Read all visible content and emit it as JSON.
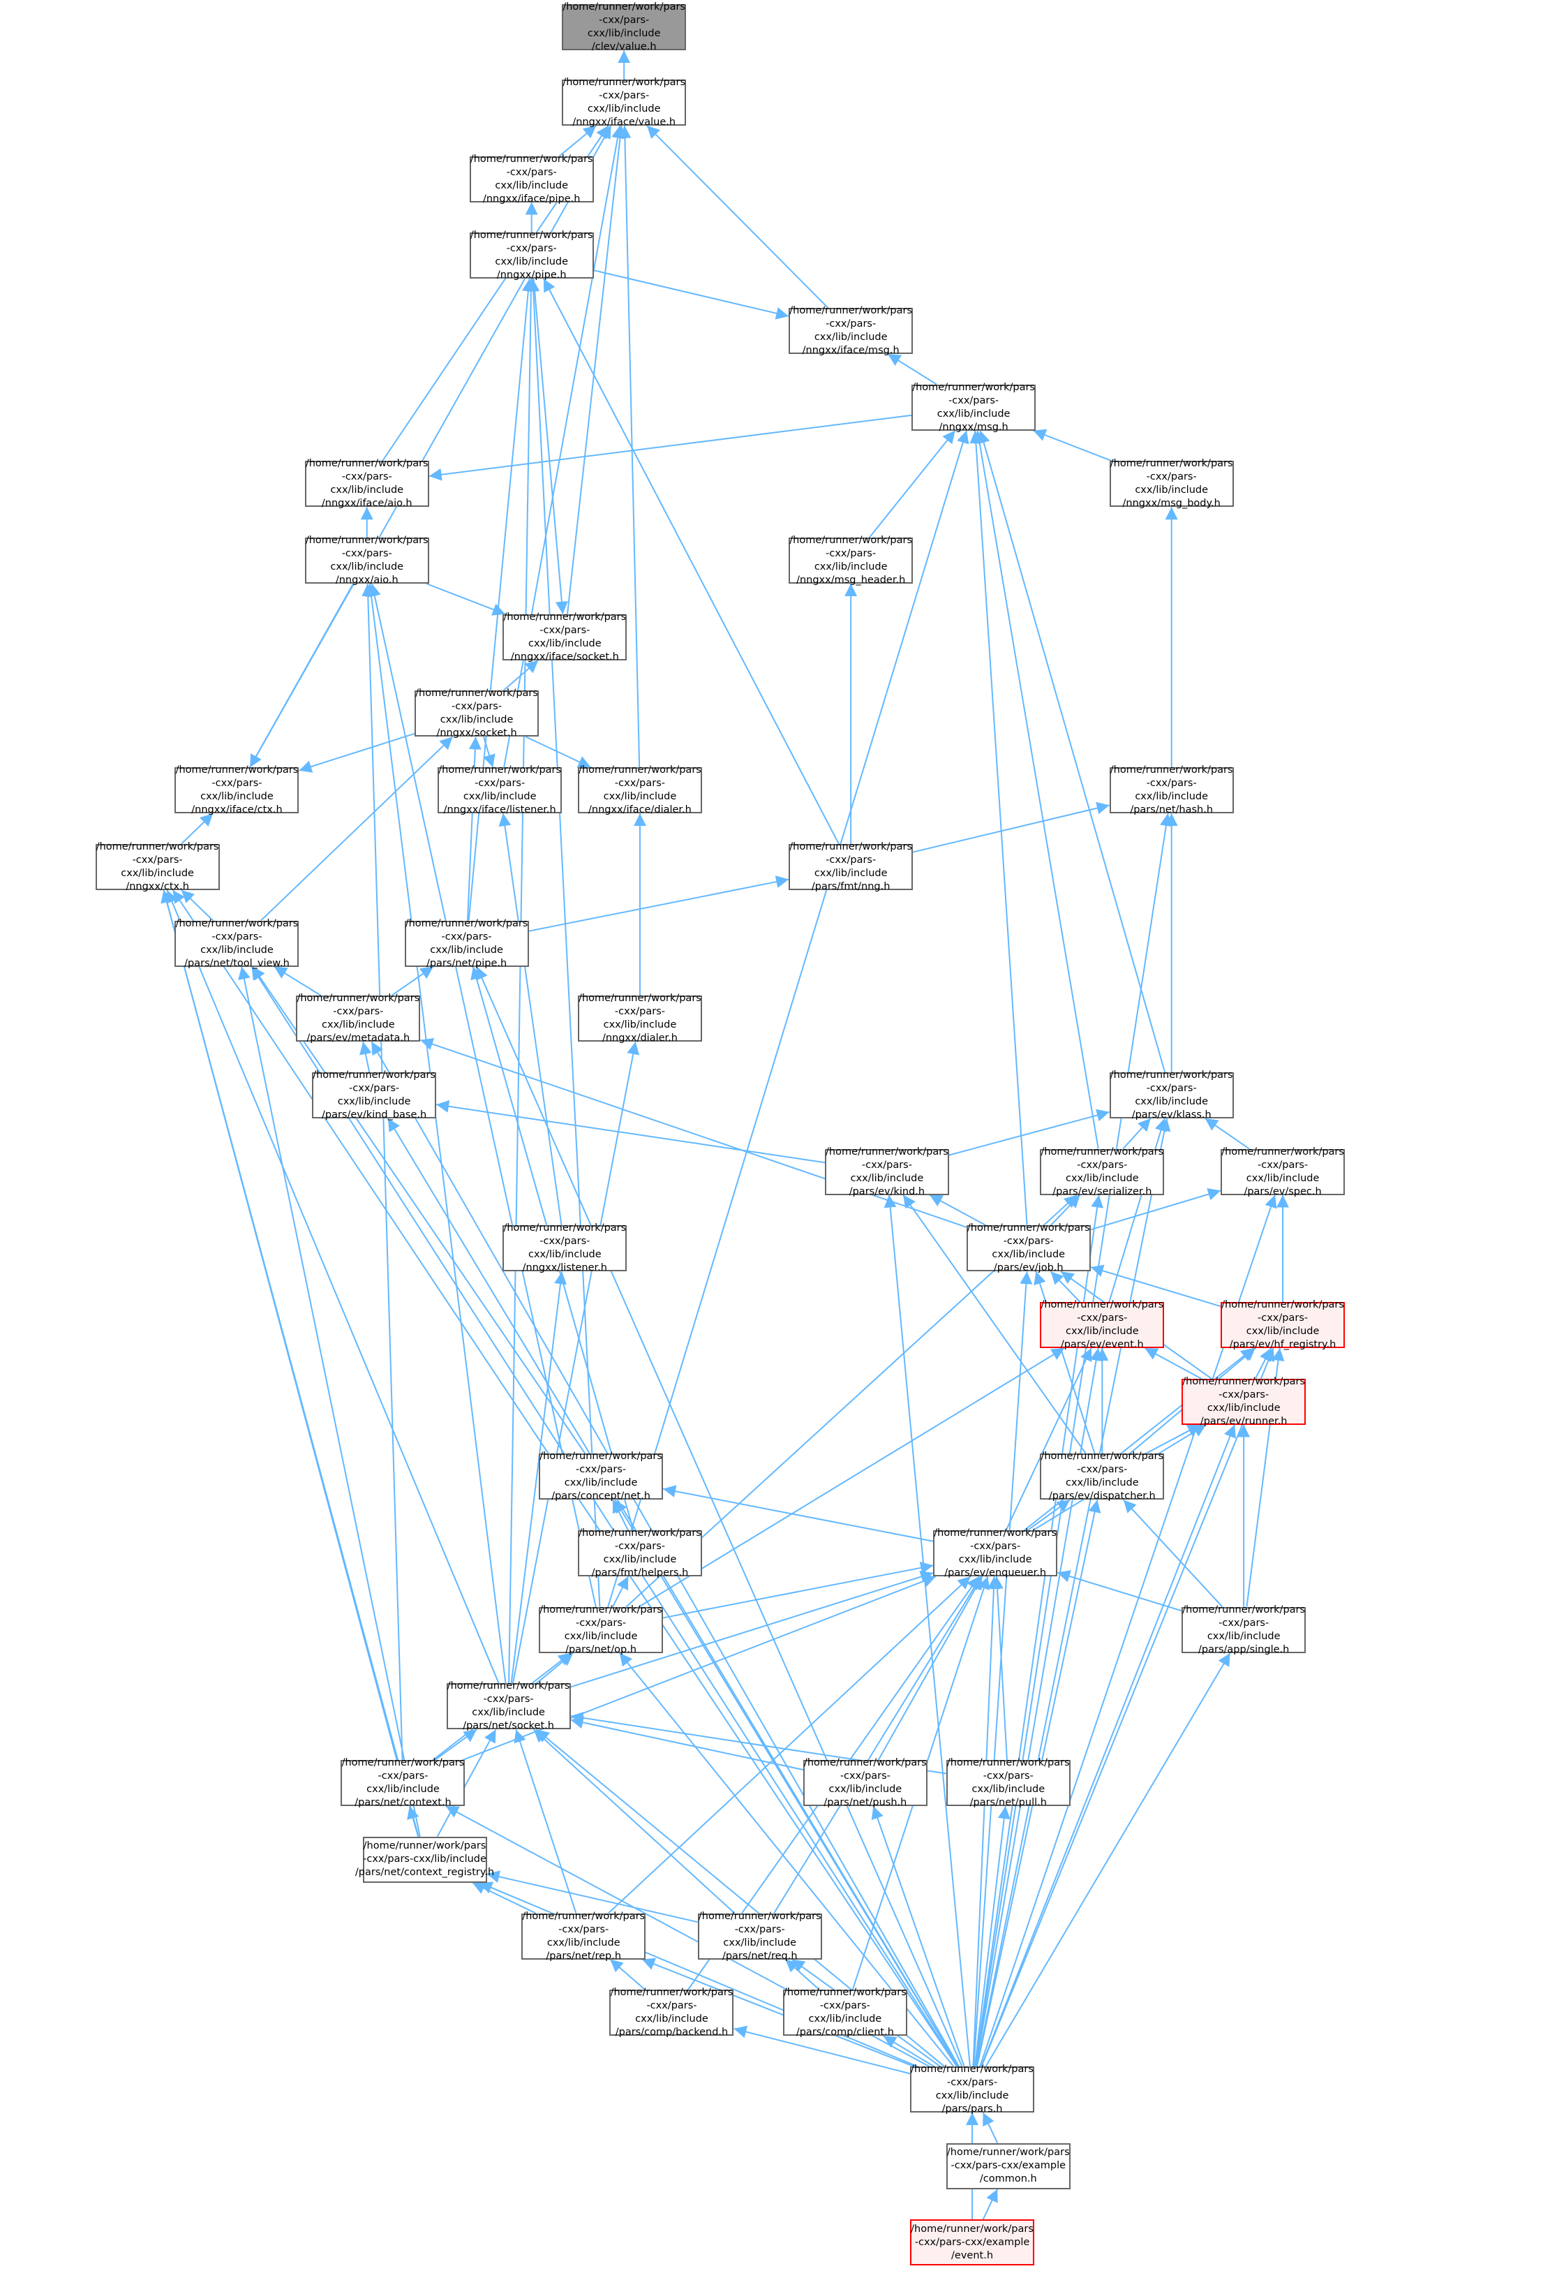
{
  "graph": {
    "colors": {
      "edge": "#63b8ff",
      "root_fill": "#999999",
      "warn_fill": "#fff0f0",
      "warn_border": "#ff0000"
    },
    "nodes": {
      "clev_value": {
        "label": "/home/runner/work/pars\n-cxx/pars-cxx/lib/include\n/clev/value.h",
        "style": "root"
      },
      "iface_value": {
        "label": "/home/runner/work/pars\n-cxx/pars-cxx/lib/include\n/nngxx/iface/value.h"
      },
      "iface_pipe": {
        "label": "/home/runner/work/pars\n-cxx/pars-cxx/lib/include\n/nngxx/iface/pipe.h"
      },
      "nngxx_pipe": {
        "label": "/home/runner/work/pars\n-cxx/pars-cxx/lib/include\n/nngxx/pipe.h"
      },
      "iface_msg": {
        "label": "/home/runner/work/pars\n-cxx/pars-cxx/lib/include\n/nngxx/iface/msg.h"
      },
      "nngxx_msg": {
        "label": "/home/runner/work/pars\n-cxx/pars-cxx/lib/include\n/nngxx/msg.h"
      },
      "iface_aio": {
        "label": "/home/runner/work/pars\n-cxx/pars-cxx/lib/include\n/nngxx/iface/aio.h"
      },
      "msg_body": {
        "label": "/home/runner/work/pars\n-cxx/pars-cxx/lib/include\n/nngxx/msg_body.h"
      },
      "nngxx_aio": {
        "label": "/home/runner/work/pars\n-cxx/pars-cxx/lib/include\n/nngxx/aio.h"
      },
      "msg_header": {
        "label": "/home/runner/work/pars\n-cxx/pars-cxx/lib/include\n/nngxx/msg_header.h"
      },
      "iface_socket": {
        "label": "/home/runner/work/pars\n-cxx/pars-cxx/lib/include\n/nngxx/iface/socket.h"
      },
      "nngxx_socket": {
        "label": "/home/runner/work/pars\n-cxx/pars-cxx/lib/include\n/nngxx/socket.h"
      },
      "iface_ctx": {
        "label": "/home/runner/work/pars\n-cxx/pars-cxx/lib/include\n/nngxx/iface/ctx.h"
      },
      "iface_listener": {
        "label": "/home/runner/work/pars\n-cxx/pars-cxx/lib/include\n/nngxx/iface/listener.h"
      },
      "iface_dialer": {
        "label": "/home/runner/work/pars\n-cxx/pars-cxx/lib/include\n/nngxx/iface/dialer.h"
      },
      "net_hash": {
        "label": "/home/runner/work/pars\n-cxx/pars-cxx/lib/include\n/pars/net/hash.h"
      },
      "nngxx_ctx": {
        "label": "/home/runner/work/pars\n-cxx/pars-cxx/lib/include\n/nngxx/ctx.h"
      },
      "fmt_nng": {
        "label": "/home/runner/work/pars\n-cxx/pars-cxx/lib/include\n/pars/fmt/nng.h"
      },
      "tool_view": {
        "label": "/home/runner/work/pars\n-cxx/pars-cxx/lib/include\n/pars/net/tool_view.h"
      },
      "net_pipe": {
        "label": "/home/runner/work/pars\n-cxx/pars-cxx/lib/include\n/pars/net/pipe.h"
      },
      "nngxx_dialer": {
        "label": "/home/runner/work/pars\n-cxx/pars-cxx/lib/include\n/nngxx/dialer.h"
      },
      "ev_metadata": {
        "label": "/home/runner/work/pars\n-cxx/pars-cxx/lib/include\n/pars/ev/metadata.h"
      },
      "ev_klass": {
        "label": "/home/runner/work/pars\n-cxx/pars-cxx/lib/include\n/pars/ev/klass.h"
      },
      "ev_kind_base": {
        "label": "/home/runner/work/pars\n-cxx/pars-cxx/lib/include\n/pars/ev/kind_base.h"
      },
      "ev_kind": {
        "label": "/home/runner/work/pars\n-cxx/pars-cxx/lib/include\n/pars/ev/kind.h"
      },
      "ev_serializer": {
        "label": "/home/runner/work/pars\n-cxx/pars-cxx/lib/include\n/pars/ev/serializer.h"
      },
      "ev_spec": {
        "label": "/home/runner/work/pars\n-cxx/pars-cxx/lib/include\n/pars/ev/spec.h"
      },
      "nngxx_listener": {
        "label": "/home/runner/work/pars\n-cxx/pars-cxx/lib/include\n/nngxx/listener.h"
      },
      "ev_job": {
        "label": "/home/runner/work/pars\n-cxx/pars-cxx/lib/include\n/pars/ev/job.h"
      },
      "ev_event": {
        "label": "/home/runner/work/pars\n-cxx/pars-cxx/lib/include\n/pars/ev/event.h",
        "style": "warn"
      },
      "ev_hf_registry": {
        "label": "/home/runner/work/pars\n-cxx/pars-cxx/lib/include\n/pars/ev/hf_registry.h",
        "style": "warn"
      },
      "ev_runner": {
        "label": "/home/runner/work/pars\n-cxx/pars-cxx/lib/include\n/pars/ev/runner.h",
        "style": "warn"
      },
      "ev_dispatcher": {
        "label": "/home/runner/work/pars\n-cxx/pars-cxx/lib/include\n/pars/ev/dispatcher.h"
      },
      "concept_net": {
        "label": "/home/runner/work/pars\n-cxx/pars-cxx/lib/include\n/pars/concept/net.h"
      },
      "ev_enqueuer": {
        "label": "/home/runner/work/pars\n-cxx/pars-cxx/lib/include\n/pars/ev/enqueuer.h"
      },
      "fmt_helpers": {
        "label": "/home/runner/work/pars\n-cxx/pars-cxx/lib/include\n/pars/fmt/helpers.h"
      },
      "app_single": {
        "label": "/home/runner/work/pars\n-cxx/pars-cxx/lib/include\n/pars/app/single.h"
      },
      "net_op": {
        "label": "/home/runner/work/pars\n-cxx/pars-cxx/lib/include\n/pars/net/op.h"
      },
      "net_socket": {
        "label": "/home/runner/work/pars\n-cxx/pars-cxx/lib/include\n/pars/net/socket.h"
      },
      "net_context": {
        "label": "/home/runner/work/pars\n-cxx/pars-cxx/lib/include\n/pars/net/context.h"
      },
      "net_push": {
        "label": "/home/runner/work/pars\n-cxx/pars-cxx/lib/include\n/pars/net/push.h"
      },
      "net_pull": {
        "label": "/home/runner/work/pars\n-cxx/pars-cxx/lib/include\n/pars/net/pull.h"
      },
      "net_context_registry": {
        "label": "/home/runner/work/pars\n-cxx/pars-cxx/lib/include\n/pars/net/context_registry.h"
      },
      "net_rep": {
        "label": "/home/runner/work/pars\n-cxx/pars-cxx/lib/include\n/pars/net/rep.h"
      },
      "net_req": {
        "label": "/home/runner/work/pars\n-cxx/pars-cxx/lib/include\n/pars/net/req.h"
      },
      "comp_backend": {
        "label": "/home/runner/work/pars\n-cxx/pars-cxx/lib/include\n/pars/comp/backend.h"
      },
      "comp_client": {
        "label": "/home/runner/work/pars\n-cxx/pars-cxx/lib/include\n/pars/comp/client.h"
      },
      "pars_h": {
        "label": "/home/runner/work/pars\n-cxx/pars-cxx/lib/include\n/pars/pars.h"
      },
      "example_common": {
        "label": "/home/runner/work/pars\n-cxx/pars-cxx/example\n/common.h"
      },
      "example_event": {
        "label": "/home/runner/work/pars\n-cxx/pars-cxx/example\n/event.h",
        "style": "warn"
      }
    },
    "edges": [
      [
        "iface_value",
        "clev_value"
      ],
      [
        "iface_pipe",
        "iface_value"
      ],
      [
        "nngxx_pipe",
        "iface_pipe"
      ],
      [
        "iface_msg",
        "iface_value"
      ],
      [
        "nngxx_pipe",
        "iface_msg"
      ],
      [
        "nngxx_msg",
        "iface_msg"
      ],
      [
        "iface_aio",
        "iface_value"
      ],
      [
        "nngxx_msg",
        "iface_aio"
      ],
      [
        "nngxx_aio",
        "iface_aio"
      ],
      [
        "msg_body",
        "nngxx_msg"
      ],
      [
        "msg_header",
        "nngxx_msg"
      ],
      [
        "iface_socket",
        "iface_value"
      ],
      [
        "nngxx_pipe",
        "iface_socket"
      ],
      [
        "nngxx_aio",
        "iface_socket"
      ],
      [
        "nngxx_socket",
        "iface_socket"
      ],
      [
        "iface_ctx",
        "iface_value"
      ],
      [
        "nngxx_aio",
        "iface_ctx"
      ],
      [
        "nngxx_socket",
        "iface_ctx"
      ],
      [
        "iface_listener",
        "iface_value"
      ],
      [
        "nngxx_socket",
        "iface_listener"
      ],
      [
        "iface_dialer",
        "iface_value"
      ],
      [
        "nngxx_socket",
        "iface_dialer"
      ],
      [
        "net_hash",
        "msg_body"
      ],
      [
        "nngxx_ctx",
        "iface_ctx"
      ],
      [
        "fmt_nng",
        "msg_header"
      ],
      [
        "fmt_nng",
        "nngxx_pipe"
      ],
      [
        "fmt_nng",
        "net_hash"
      ],
      [
        "tool_view",
        "nngxx_socket"
      ],
      [
        "tool_view",
        "nngxx_ctx"
      ],
      [
        "net_pipe",
        "nngxx_pipe"
      ],
      [
        "net_pipe",
        "nngxx_socket"
      ],
      [
        "net_pipe",
        "fmt_nng"
      ],
      [
        "nngxx_dialer",
        "iface_dialer"
      ],
      [
        "ev_metadata",
        "net_pipe"
      ],
      [
        "ev_metadata",
        "tool_view"
      ],
      [
        "ev_klass",
        "nngxx_msg"
      ],
      [
        "ev_klass",
        "net_hash"
      ],
      [
        "ev_kind_base",
        "ev_metadata"
      ],
      [
        "ev_kind",
        "ev_klass"
      ],
      [
        "ev_kind",
        "ev_kind_base"
      ],
      [
        "ev_serializer",
        "ev_klass"
      ],
      [
        "ev_serializer",
        "nngxx_msg"
      ],
      [
        "ev_spec",
        "ev_klass"
      ],
      [
        "nngxx_listener",
        "iface_listener"
      ],
      [
        "ev_job",
        "ev_serializer"
      ],
      [
        "ev_job",
        "ev_spec"
      ],
      [
        "ev_job",
        "ev_kind"
      ],
      [
        "ev_job",
        "ev_metadata"
      ],
      [
        "ev_job",
        "nngxx_msg"
      ],
      [
        "ev_event",
        "ev_klass"
      ],
      [
        "ev_event",
        "ev_job"
      ],
      [
        "ev_hf_registry",
        "ev_spec"
      ],
      [
        "ev_hf_registry",
        "ev_job"
      ],
      [
        "ev_runner",
        "ev_hf_registry"
      ],
      [
        "ev_runner",
        "ev_event"
      ],
      [
        "ev_runner",
        "ev_job"
      ],
      [
        "ev_dispatcher",
        "ev_runner"
      ],
      [
        "ev_dispatcher",
        "ev_event"
      ],
      [
        "ev_dispatcher",
        "ev_kind"
      ],
      [
        "ev_dispatcher",
        "ev_job"
      ],
      [
        "ev_dispatcher",
        "ev_hf_registry"
      ],
      [
        "concept_net",
        "tool_view"
      ],
      [
        "ev_enqueuer",
        "ev_dispatcher"
      ],
      [
        "ev_enqueuer",
        "ev_event"
      ],
      [
        "ev_enqueuer",
        "ev_runner"
      ],
      [
        "ev_enqueuer",
        "concept_net"
      ],
      [
        "ev_enqueuer",
        "ev_hf_registry"
      ],
      [
        "fmt_helpers",
        "concept_net"
      ],
      [
        "fmt_helpers",
        "net_pipe"
      ],
      [
        "app_single",
        "ev_enqueuer"
      ],
      [
        "app_single",
        "ev_runner"
      ],
      [
        "app_single",
        "ev_dispatcher"
      ],
      [
        "app_single",
        "ev_hf_registry"
      ],
      [
        "net_op",
        "fmt_helpers"
      ],
      [
        "net_op",
        "ev_enqueuer"
      ],
      [
        "net_op",
        "nngxx_msg"
      ],
      [
        "net_op",
        "ev_serializer"
      ],
      [
        "net_op",
        "ev_event"
      ],
      [
        "net_op",
        "nngxx_aio"
      ],
      [
        "net_op",
        "nngxx_pipe"
      ],
      [
        "net_socket",
        "net_op"
      ],
      [
        "net_socket",
        "ev_enqueuer"
      ],
      [
        "net_socket",
        "nngxx_dialer"
      ],
      [
        "net_socket",
        "nngxx_listener"
      ],
      [
        "net_socket",
        "nngxx_aio"
      ],
      [
        "net_socket",
        "nngxx_ctx"
      ],
      [
        "net_socket",
        "nngxx_pipe"
      ],
      [
        "net_context",
        "net_socket"
      ],
      [
        "net_context",
        "net_op"
      ],
      [
        "net_context",
        "nngxx_ctx"
      ],
      [
        "net_context",
        "ev_enqueuer"
      ],
      [
        "net_context",
        "nngxx_aio"
      ],
      [
        "net_push",
        "net_socket"
      ],
      [
        "net_push",
        "ev_enqueuer"
      ],
      [
        "net_pull",
        "net_socket"
      ],
      [
        "net_pull",
        "ev_enqueuer"
      ],
      [
        "net_context_registry",
        "net_context"
      ],
      [
        "net_context_registry",
        "net_socket"
      ],
      [
        "net_context_registry",
        "nngxx_ctx"
      ],
      [
        "net_context_registry",
        "tool_view"
      ],
      [
        "net_rep",
        "net_socket"
      ],
      [
        "net_rep",
        "net_context_registry"
      ],
      [
        "net_rep",
        "ev_enqueuer"
      ],
      [
        "net_req",
        "net_socket"
      ],
      [
        "net_req",
        "net_context_registry"
      ],
      [
        "net_req",
        "ev_enqueuer"
      ],
      [
        "comp_backend",
        "net_rep"
      ],
      [
        "comp_backend",
        "ev_enqueuer"
      ],
      [
        "comp_client",
        "net_req"
      ],
      [
        "comp_client",
        "ev_enqueuer"
      ],
      [
        "pars_h",
        "comp_backend"
      ],
      [
        "pars_h",
        "comp_client"
      ],
      [
        "pars_h",
        "net_rep"
      ],
      [
        "pars_h",
        "net_req"
      ],
      [
        "pars_h",
        "net_push"
      ],
      [
        "pars_h",
        "net_pull"
      ],
      [
        "pars_h",
        "net_context_registry"
      ],
      [
        "pars_h",
        "net_context"
      ],
      [
        "pars_h",
        "net_socket"
      ],
      [
        "pars_h",
        "net_op"
      ],
      [
        "pars_h",
        "app_single"
      ],
      [
        "pars_h",
        "ev_runner"
      ],
      [
        "pars_h",
        "ev_dispatcher"
      ],
      [
        "pars_h",
        "ev_enqueuer"
      ],
      [
        "pars_h",
        "ev_event"
      ],
      [
        "pars_h",
        "ev_hf_registry"
      ],
      [
        "pars_h",
        "ev_serializer"
      ],
      [
        "pars_h",
        "ev_spec"
      ],
      [
        "pars_h",
        "ev_klass"
      ],
      [
        "pars_h",
        "net_hash"
      ],
      [
        "pars_h",
        "ev_job"
      ],
      [
        "pars_h",
        "ev_kind"
      ],
      [
        "pars_h",
        "ev_kind_base"
      ],
      [
        "pars_h",
        "ev_metadata"
      ],
      [
        "pars_h",
        "tool_view"
      ],
      [
        "pars_h",
        "net_pipe"
      ],
      [
        "pars_h",
        "concept_net"
      ],
      [
        "pars_h",
        "nngxx_ctx"
      ],
      [
        "example_common",
        "pars_h"
      ],
      [
        "example_event",
        "example_common"
      ],
      [
        "example_event",
        "pars_h"
      ]
    ]
  }
}
